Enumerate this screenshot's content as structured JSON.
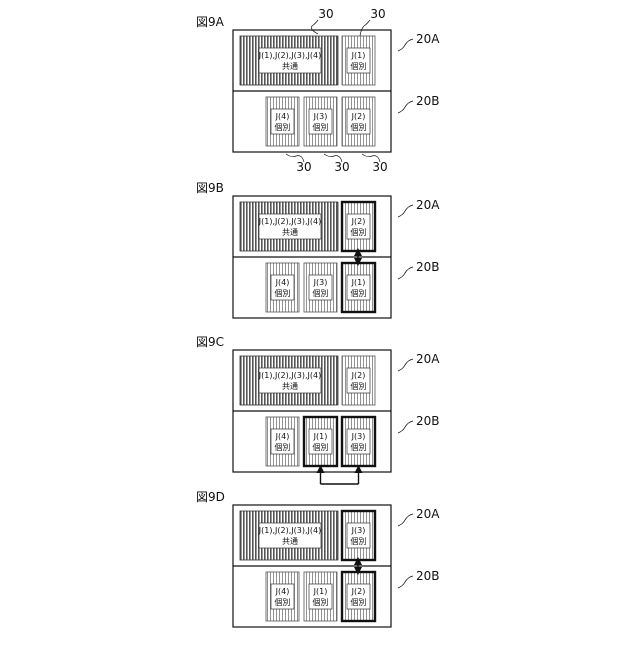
{
  "figures": [
    {
      "label": "図9A",
      "ref_top": "20A",
      "ref_bottom": "20B",
      "callouts_top": [
        "30",
        "30"
      ],
      "callouts_bottom": [
        "30",
        "30",
        "30"
      ],
      "top_row": {
        "common": {
          "line1": "J(1),J(2),J(3),J(4)",
          "line2": "共通"
        },
        "individual": {
          "line1": "J(1)",
          "line2": "個別",
          "highlight": false
        }
      },
      "bottom_row": [
        {
          "line1": "J(4)",
          "line2": "個別",
          "highlight": false
        },
        {
          "line1": "J(3)",
          "line2": "個別",
          "highlight": false
        },
        {
          "line1": "J(2)",
          "line2": "個別",
          "highlight": false
        }
      ],
      "arrow": "none"
    },
    {
      "label": "図9B",
      "ref_top": "20A",
      "ref_bottom": "20B",
      "top_row": {
        "common": {
          "line1": "J(1),J(2),J(3),J(4)",
          "line2": "共通"
        },
        "individual": {
          "line1": "J(2)",
          "line2": "個別",
          "highlight": true
        }
      },
      "bottom_row": [
        {
          "line1": "J(4)",
          "line2": "個別",
          "highlight": false
        },
        {
          "line1": "J(3)",
          "line2": "個別",
          "highlight": false
        },
        {
          "line1": "J(1)",
          "line2": "個別",
          "highlight": true
        }
      ],
      "arrow": "vertical"
    },
    {
      "label": "図9C",
      "ref_top": "20A",
      "ref_bottom": "20B",
      "top_row": {
        "common": {
          "line1": "J(1),J(2),J(3),J(4)",
          "line2": "共通"
        },
        "individual": {
          "line1": "J(2)",
          "line2": "個別",
          "highlight": false
        }
      },
      "bottom_row": [
        {
          "line1": "J(4)",
          "line2": "個別",
          "highlight": false
        },
        {
          "line1": "J(1)",
          "line2": "個別",
          "highlight": true
        },
        {
          "line1": "J(3)",
          "line2": "個別",
          "highlight": true
        }
      ],
      "arrow": "bottom-loop"
    },
    {
      "label": "図9D",
      "ref_top": "20A",
      "ref_bottom": "20B",
      "top_row": {
        "common": {
          "line1": "J(1),J(2),J(3),J(4)",
          "line2": "共通"
        },
        "individual": {
          "line1": "J(3)",
          "line2": "個別",
          "highlight": true
        }
      },
      "bottom_row": [
        {
          "line1": "J(4)",
          "line2": "個別",
          "highlight": false
        },
        {
          "line1": "J(1)",
          "line2": "個別",
          "highlight": false
        },
        {
          "line1": "J(2)",
          "line2": "個別",
          "highlight": true
        }
      ],
      "arrow": "vertical"
    }
  ]
}
